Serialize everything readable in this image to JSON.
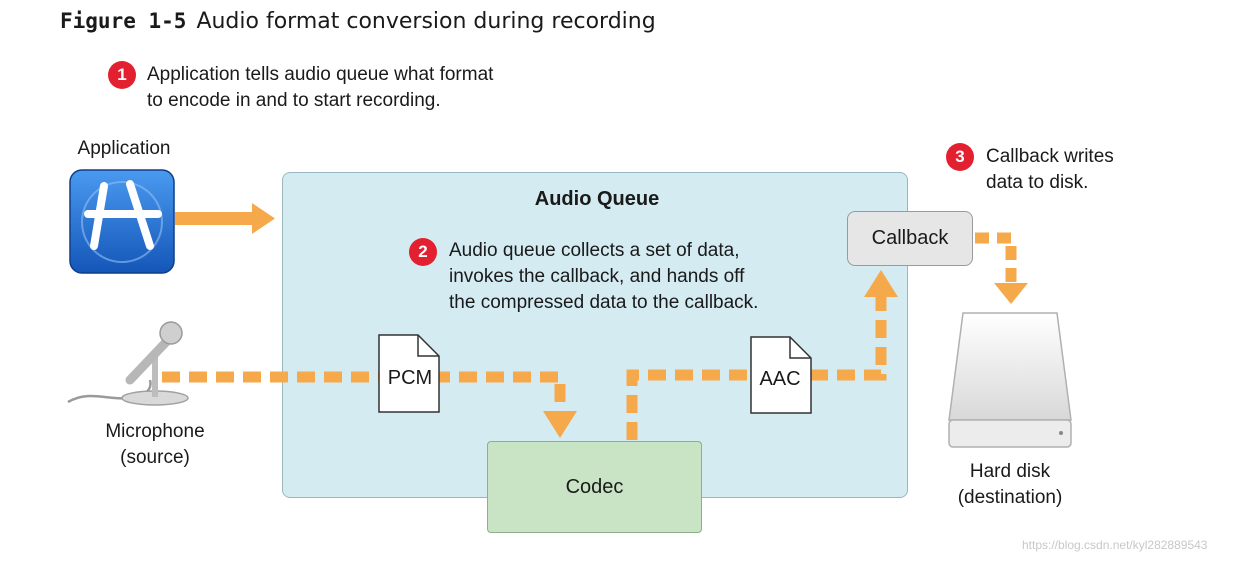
{
  "figure": {
    "number": "Figure 1-5",
    "title": "Audio format conversion during recording"
  },
  "steps": [
    {
      "badge": "1",
      "text": "Application tells audio queue what format\nto encode in and to start recording."
    },
    {
      "badge": "2",
      "text": "Audio queue collects a set of data,\ninvokes the callback, and hands off\nthe compressed data to the callback."
    },
    {
      "badge": "3",
      "text": "Callback writes\ndata to disk."
    }
  ],
  "nodes": {
    "application": "Application",
    "audio_queue": "Audio Queue",
    "callback": "Callback",
    "codec": "Codec",
    "microphone": "Microphone\n(source)",
    "hard_disk": "Hard disk\n(destination)"
  },
  "documents": {
    "pcm": "PCM",
    "aac": "AAC"
  },
  "watermark": "https://blog.csdn.net/kyl282889543",
  "colors": {
    "arrow": "#f5a94a",
    "badge": "#e3202f",
    "audio_queue_fill": "#d3ebf1",
    "codec_fill": "#c9e4c4",
    "callback_fill": "#e6e6e6",
    "app_icon": "#1f6fd0"
  }
}
